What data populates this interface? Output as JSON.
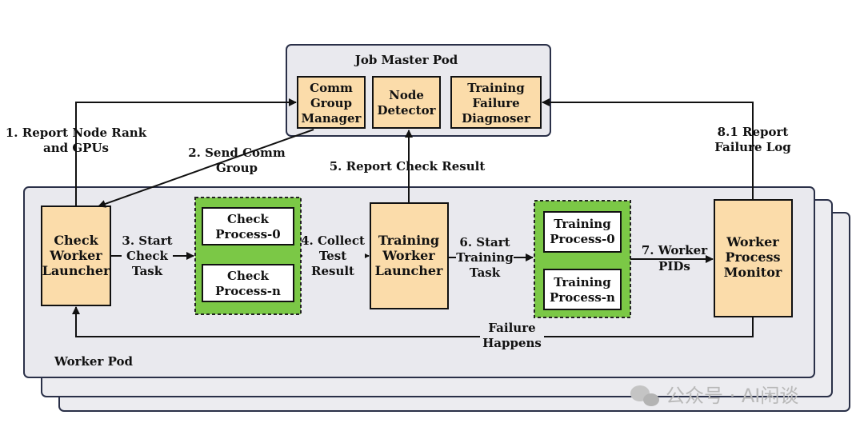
{
  "job_master": {
    "title": "Job Master Pod",
    "comm_group_manager": [
      "Comm",
      "Group",
      "Manager"
    ],
    "node_detector": [
      "Node",
      "Detector"
    ],
    "training_failure_diagnoser": [
      "Training",
      "Failure",
      "Diagnoser"
    ]
  },
  "worker_pod": {
    "title": "Worker Pod",
    "check_worker_launcher": [
      "Check",
      "Worker",
      "Launcher"
    ],
    "check_process_0": [
      "Check",
      "Process-0"
    ],
    "check_process_n": [
      "Check",
      "Process-n"
    ],
    "training_worker_launcher": [
      "Training",
      "Worker",
      "Launcher"
    ],
    "training_process_0": [
      "Training",
      "Process-0"
    ],
    "training_process_n": [
      "Training",
      "Process-n"
    ],
    "worker_process_monitor": [
      "Worker",
      "Process",
      "Monitor"
    ]
  },
  "arrows": {
    "step1": [
      "1. Report Node Rank",
      "and GPUs"
    ],
    "step2": [
      "2. Send Comm",
      "Group"
    ],
    "step3": [
      "3. Start",
      "Check",
      "Task"
    ],
    "step4": [
      "4. Collect",
      "Test",
      "Result"
    ],
    "step5": "5. Report Check Result",
    "step6": [
      "6. Start",
      "Training",
      "Task"
    ],
    "step7": [
      "7. Worker",
      "PIDs"
    ],
    "step81": [
      "8.1 Report",
      "Failure Log"
    ],
    "failure": [
      "Failure",
      "Happens"
    ]
  },
  "watermark": "公众号 · AI闲谈",
  "colors": {
    "pod_fill": "#e9e9ee",
    "pod_border": "#2a3048",
    "component_fill": "#fbdcaa",
    "group_fill": "#7bc846",
    "process_fill": "#ffffff",
    "stroke": "#111111"
  }
}
